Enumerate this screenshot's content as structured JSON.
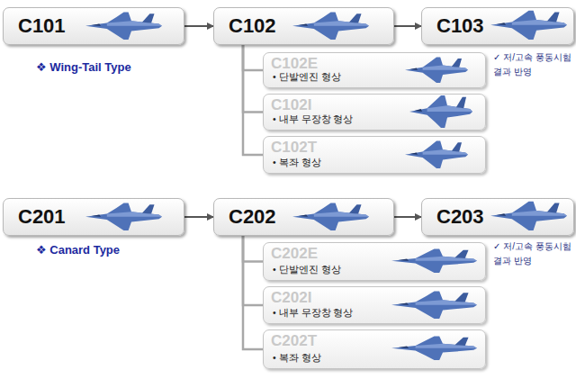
{
  "diagram": {
    "nodes": [
      {
        "text": [
          "C101"
        ]
      },
      {
        "text": [
          "C102"
        ]
      },
      {
        "text": [
          "C103"
        ]
      },
      {
        "text": [
          "C102E",
          "• 단발엔진 형상"
        ]
      },
      {
        "text": [
          "C102I",
          "• 내부 무장창 형상"
        ]
      },
      {
        "text": [
          "C102T",
          "• 복좌 형상"
        ]
      },
      {
        "text": [
          "C201"
        ]
      },
      {
        "text": [
          "C202"
        ]
      },
      {
        "text": [
          "C203"
        ]
      },
      {
        "text": [
          "C202E",
          "• 단발엔진 형상"
        ]
      },
      {
        "text": [
          "C202I",
          "• 내부 무장창 형상"
        ]
      },
      {
        "text": [
          "C202T",
          "• 복좌 형상"
        ]
      }
    ],
    "edges": [
      {
        "from": 0,
        "to": 1,
        "arrow": "to"
      },
      {
        "from": 1,
        "to": 2,
        "arrow": "to"
      },
      {
        "from": 1,
        "to": 3,
        "arrow": "none"
      },
      {
        "from": 1,
        "to": 4,
        "arrow": "none"
      },
      {
        "from": 1,
        "to": 5,
        "arrow": "none"
      },
      {
        "from": 6,
        "to": 7,
        "arrow": "to"
      },
      {
        "from": 7,
        "to": 8,
        "arrow": "to"
      },
      {
        "from": 7,
        "to": 9,
        "arrow": "none"
      },
      {
        "from": 7,
        "to": 10,
        "arrow": "none"
      },
      {
        "from": 7,
        "to": 11,
        "arrow": "none"
      }
    ],
    "labels": [
      "❖ Wing-Tail Type",
      "✓ 저/고속 풍동시험 결과 반영",
      "❖ Canard Type",
      "✓ 저/고속 풍동시험 결과 반영"
    ]
  }
}
